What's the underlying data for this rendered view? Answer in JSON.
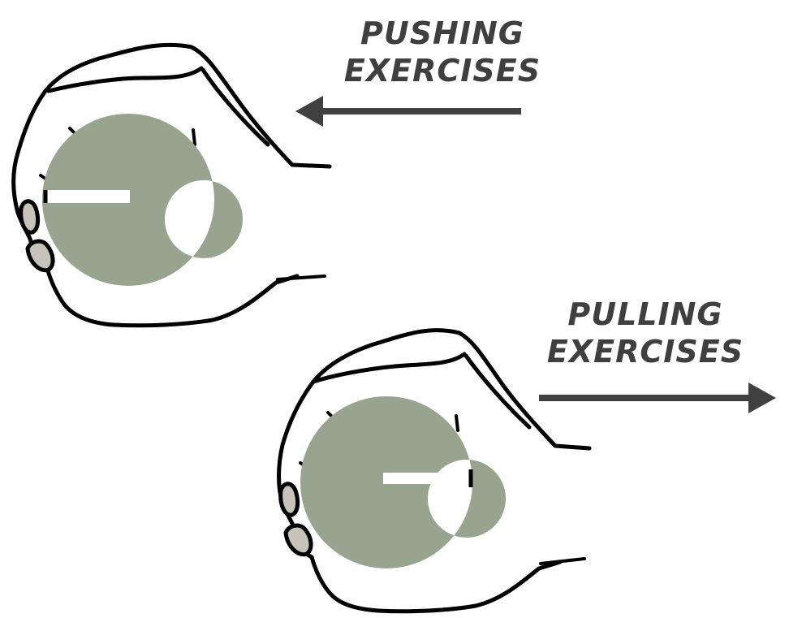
{
  "pushing": {
    "line1": "PUSHING",
    "line2": "EXERCISES",
    "direction": "left"
  },
  "pulling": {
    "line1": "PULLING",
    "line2": "EXERCISES",
    "direction": "right"
  },
  "colors": {
    "text": "#3f3f3f",
    "arrow": "#404040",
    "ring": "#98a490",
    "outline": "#000000",
    "nail": "#c7c3bb"
  }
}
